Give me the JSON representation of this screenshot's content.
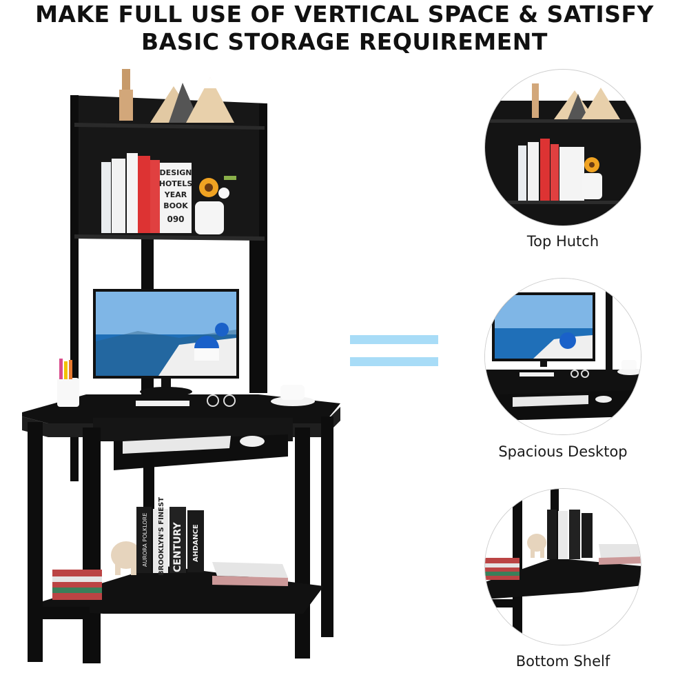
{
  "headline": {
    "line1": "MAKE FULL USE OF VERTICAL SPACE & SATISFY",
    "line2": "BASIC STORAGE REQUIREMENT"
  },
  "books": {
    "hutch_tall": [
      "DESIGN",
      "HOTELS",
      "YEAR",
      "BOOK",
      "090"
    ],
    "shelf_spines": [
      "BROOKLYN'S FINEST",
      "CENTURY",
      "AURORA POLKLORE",
      "AHDANCE"
    ]
  },
  "features": [
    {
      "caption": "Top Hutch",
      "icon": "top-hutch-detail"
    },
    {
      "caption": "Spacious Desktop",
      "icon": "desktop-detail"
    },
    {
      "caption": "Bottom Shelf",
      "icon": "bottom-shelf-detail"
    }
  ],
  "colors": {
    "desk": "#121212",
    "equals": "#a8dcf7",
    "sea": "#1f6fb8",
    "sky": "#7fb6e6"
  }
}
